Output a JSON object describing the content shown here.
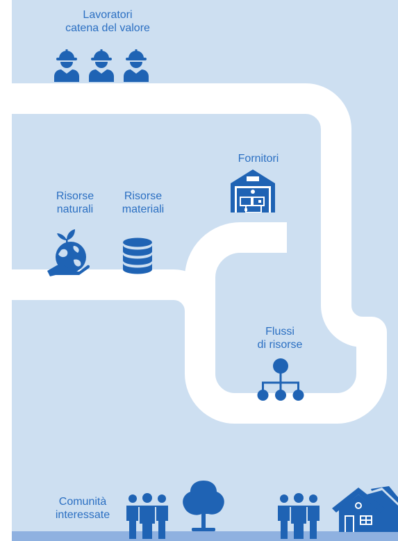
{
  "colors": {
    "panel_bg": "#cddff1",
    "road": "#ffffff",
    "icon": "#1f63b4",
    "label_text": "#2b6fc2",
    "ground_strip": "#8fb1e0"
  },
  "labels": {
    "workers": [
      "Lavoratori",
      "catena del valore"
    ],
    "suppliers": [
      "Fornitori"
    ],
    "natural_resources": [
      "Risorse",
      "naturali"
    ],
    "material_resources": [
      "Risorse",
      "materiali"
    ],
    "resource_flows": [
      "Flussi",
      "di risorse"
    ],
    "communities": [
      "Comunità",
      "interessate"
    ]
  },
  "icons": {
    "workers": [
      "worker-helmet-icon",
      "worker-helmet-icon",
      "worker-helmet-icon"
    ],
    "suppliers": "factory-building-icon",
    "natural_resources": "earth-in-hand-icon",
    "material_resources": "database-stack-icon",
    "resource_flows": "network-tree-icon",
    "communities": [
      "people-group-icon",
      "tree-icon",
      "people-group-icon",
      "houses-icon"
    ]
  }
}
